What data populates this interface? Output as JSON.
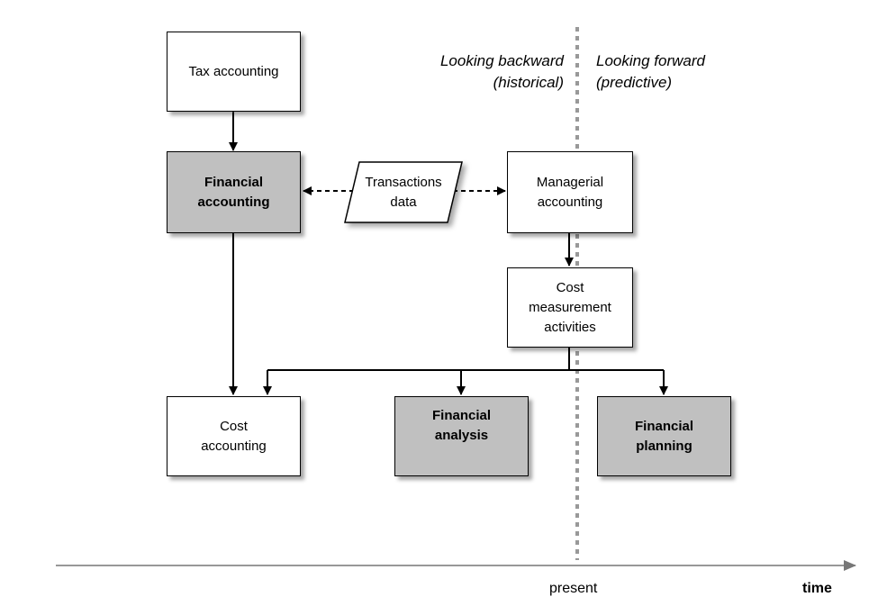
{
  "nodes": {
    "tax_accounting": [
      "Tax accounting"
    ],
    "financial_accounting": [
      "Financial",
      "accounting"
    ],
    "transactions_data": [
      "Transactions",
      "data"
    ],
    "managerial_accounting": [
      "Managerial",
      "accounting"
    ],
    "cost_measurement": [
      "Cost",
      "measurement",
      "activities"
    ],
    "cost_accounting": [
      "Cost",
      "accounting"
    ],
    "financial_analysis": [
      "Financial",
      "analysis"
    ],
    "financial_planning": [
      "Financial",
      "planning"
    ]
  },
  "notes": {
    "backward": [
      "Looking backward",
      "(historical)"
    ],
    "forward": [
      "Looking forward",
      "(predictive)"
    ]
  },
  "timeline": {
    "present_label": "present",
    "time_label": "time"
  },
  "colors": {
    "highlight_fill": "#c0c0c0",
    "divider": "#999999"
  }
}
